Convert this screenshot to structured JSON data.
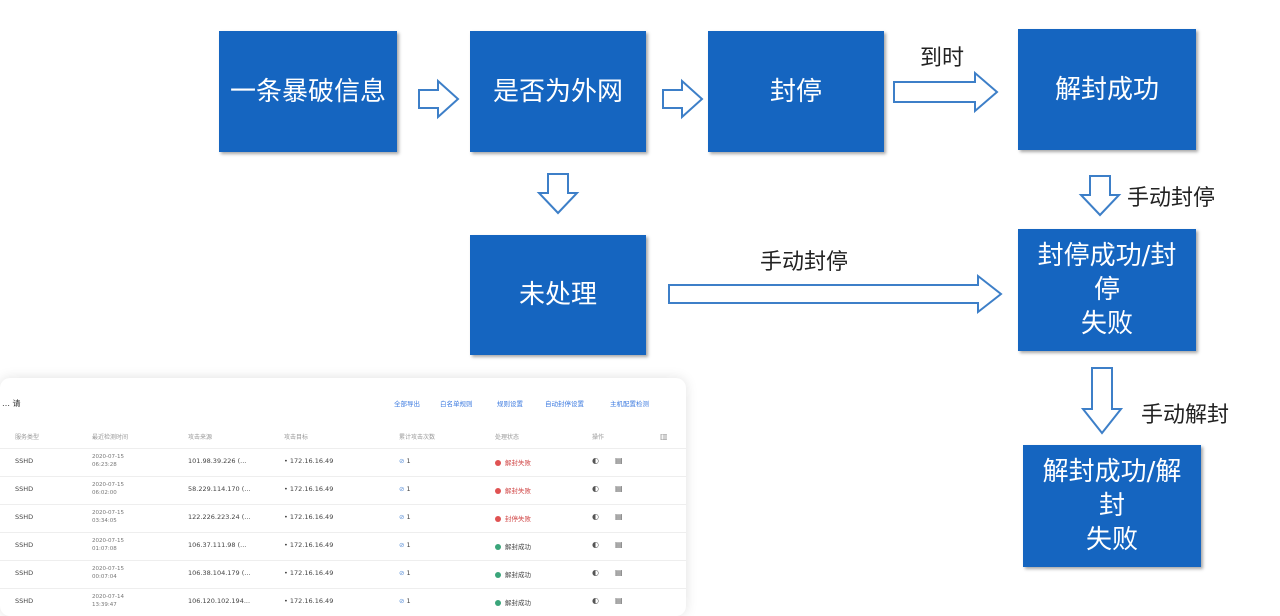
{
  "flow": {
    "box1": "一条暴破信息",
    "box2": "是否为外网",
    "box3": "封停",
    "box4": "解封成功",
    "box5": "未处理",
    "box6_line1": "封停成功/封停",
    "box6_line2": "失败",
    "box7_line1": "解封成功/解封",
    "box7_line2": "失败",
    "label_timeout": "到时",
    "label_manual_ban_right": "手动封停",
    "label_manual_ban_mid": "手动封停",
    "label_manual_unban": "手动解封"
  },
  "colors": {
    "box": "#1565c0",
    "arrow_fill": "#ffffff",
    "arrow_stroke": "#3d7fc8"
  },
  "table": {
    "title": "… 请",
    "buttons": [
      "全部导出",
      "白名单规则",
      "规则设置",
      "自动封停设置",
      "主机配置检测"
    ],
    "headers": [
      "服务类型",
      "最近检测时间",
      "攻击来源",
      "攻击目标",
      "累计攻击次数",
      "处理状态",
      "操作"
    ],
    "rows": [
      {
        "service": "SSHD",
        "date": "2020-07-15",
        "time": "06:23:28",
        "source": "101.98.39.226 (...",
        "target": "172.16.16.49",
        "count": "1",
        "status": "解封失败",
        "status_color": "#e05252"
      },
      {
        "service": "SSHD",
        "date": "2020-07-15",
        "time": "06:02:00",
        "source": "58.229.114.170 (...",
        "target": "172.16.16.49",
        "count": "1",
        "status": "解封失败",
        "status_color": "#e05252"
      },
      {
        "service": "SSHD",
        "date": "2020-07-15",
        "time": "03:34:05",
        "source": "122.226.223.24 (...",
        "target": "172.16.16.49",
        "count": "1",
        "status": "封停失败",
        "status_color": "#e05252"
      },
      {
        "service": "SSHD",
        "date": "2020-07-15",
        "time": "01:07:08",
        "source": "106.37.111.98 (...",
        "target": "172.16.16.49",
        "count": "1",
        "status": "解封成功",
        "status_color": "#3aa57a"
      },
      {
        "service": "SSHD",
        "date": "2020-07-15",
        "time": "00:07:04",
        "source": "106.38.104.179 (...",
        "target": "172.16.16.49",
        "count": "1",
        "status": "解封成功",
        "status_color": "#3aa57a"
      },
      {
        "service": "SSHD",
        "date": "2020-07-14",
        "time": "13:39:47",
        "source": "106.120.102.194...",
        "target": "172.16.16.49",
        "count": "1",
        "status": "解封成功",
        "status_color": "#3aa57a"
      }
    ]
  }
}
